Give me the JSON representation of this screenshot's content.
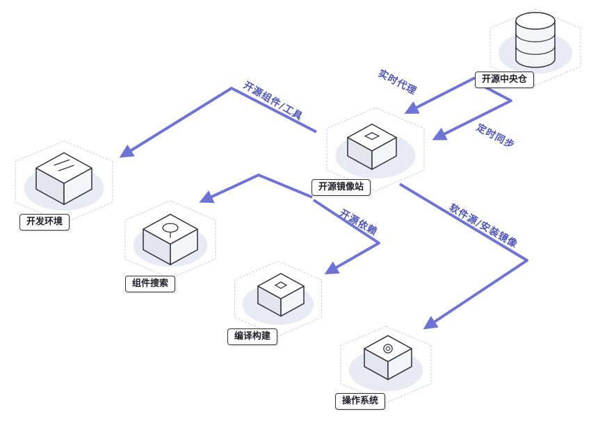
{
  "nodes": {
    "central_repo": "开源中央仓",
    "mirror_site": "开源镜像站",
    "dev_env": "开发环境",
    "component_search": "组件搜索",
    "build": "编译构建",
    "os": "操作系统"
  },
  "edges": {
    "realtime_proxy": "实时代理",
    "scheduled_sync": "定时同步",
    "components_tools": "开源组件/工具",
    "dependencies": "开源依赖",
    "software_mirror": "软件源/安装镜像"
  },
  "colors": {
    "arrow": "#6f74d4",
    "tile_top": "#ffffff",
    "tile_side": "#eef0f6",
    "tile_shadow": "#d9dced",
    "outline": "#2e2e3a"
  }
}
